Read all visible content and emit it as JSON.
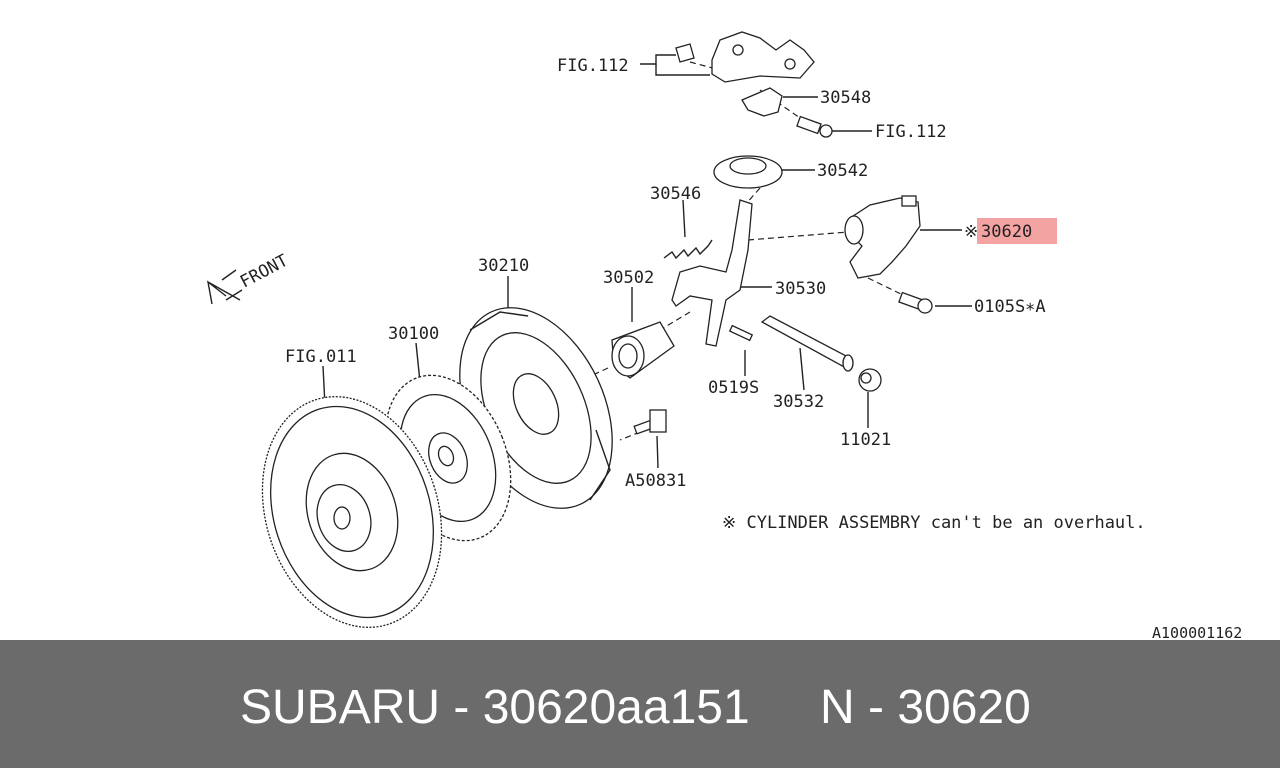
{
  "diagram": {
    "labels": {
      "fig112_top": "FIG.112",
      "p30548": "30548",
      "fig112_right": "FIG.112",
      "p30542": "30542",
      "p30546": "30546",
      "p30620": "30620",
      "mark30620": "※",
      "front": "FRONT",
      "p30210": "30210",
      "p30502": "30502",
      "p30530": "30530",
      "p0105s": "0105S∗A",
      "p30100": "30100",
      "fig011": "FIG.011",
      "p0519s": "0519S",
      "p30532": "30532",
      "p11021": "11021",
      "pa50831": "A50831",
      "note": "※ CYLINDER ASSEMBRY can't be  an overhaul.",
      "ref": "A100001162"
    },
    "highlight_color": "#f4a3a3"
  },
  "footer": {
    "part_line": "SUBARU - 30620aa151",
    "number_line": "N - 30620"
  }
}
